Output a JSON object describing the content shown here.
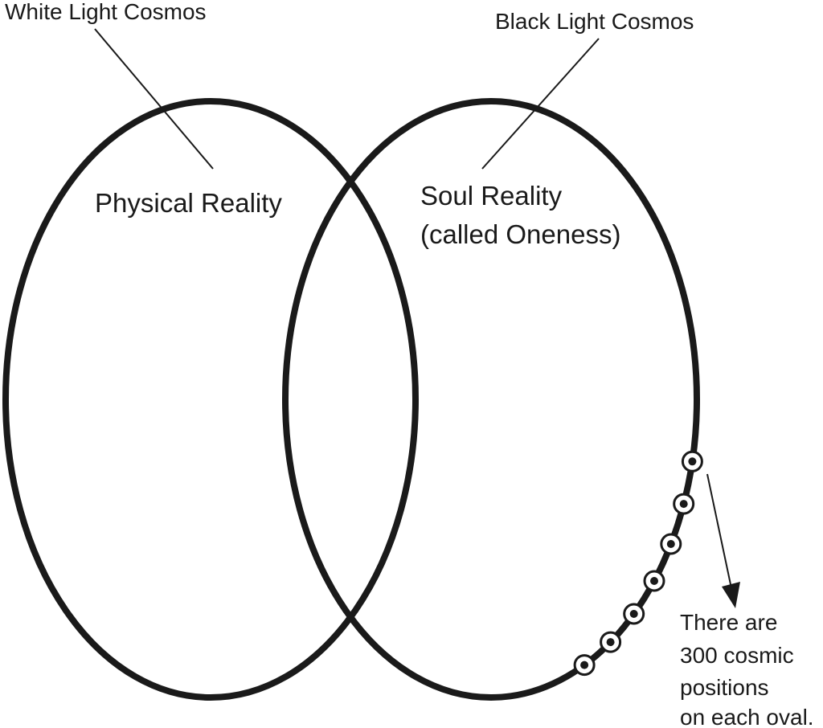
{
  "labels": {
    "white_light": "White Light Cosmos",
    "black_light": "Black Light Cosmos",
    "physical": "Physical Reality",
    "soul_line1": "Soul Reality",
    "soul_line2": "(called Oneness)"
  },
  "note": {
    "line1": "There are",
    "line2": "300 cosmic",
    "line3": "positions",
    "line4": "on each oval."
  },
  "colors": {
    "ink": "#1a1a1a",
    "background": "#ffffff"
  },
  "position_markers_count": 7
}
